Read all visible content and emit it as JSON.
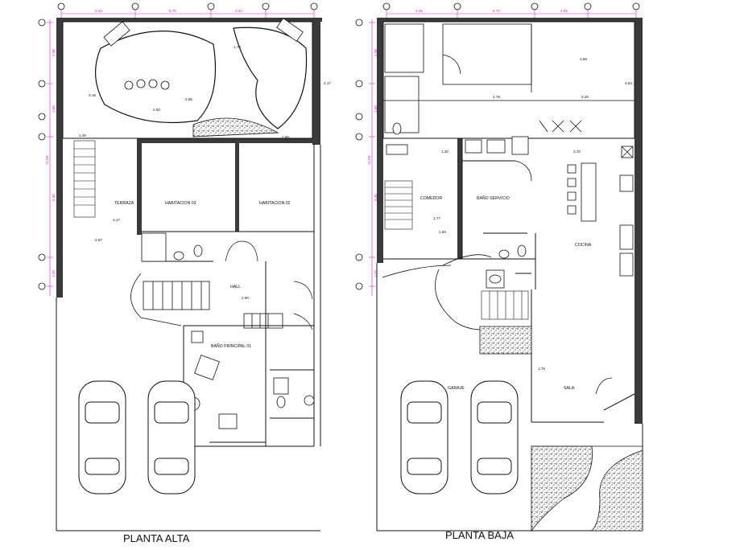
{
  "plans": [
    {
      "id": "alta",
      "title": "PLANTA ALTA",
      "rooms": [
        "HABITACION 03",
        "HABITACION 02",
        "HALL",
        "BAÑO PRINCIPAL 01",
        "TERRAZA"
      ],
      "dims_top": [
        "6.45",
        "5.70",
        "3.42"
      ],
      "dims_left": [
        "2.98",
        "2.60",
        "11.58",
        "4.45",
        "1.25"
      ],
      "dims_misc": [
        "3.16",
        "2.85",
        "2.60",
        "3.17",
        "2.97",
        "1.46",
        "2.65",
        "1.70",
        "4.17",
        "2.90"
      ]
    },
    {
      "id": "baja",
      "title": "PLANTA BAJA",
      "rooms": [
        "COMEDOR",
        "BAÑO SERVICIO",
        "COCINA",
        "GARAJE",
        "SALA"
      ],
      "dims_top": [
        "4.45",
        "5.70",
        "4.25"
      ],
      "dims_left": [
        "2.98",
        "2.60",
        "11.58",
        "4.45",
        "1.25"
      ],
      "dims_misc": [
        "3.58",
        "4.78",
        "3.26",
        "3.70",
        "1.20",
        "1.60",
        "1.77",
        "4.64",
        "1.75"
      ]
    }
  ]
}
